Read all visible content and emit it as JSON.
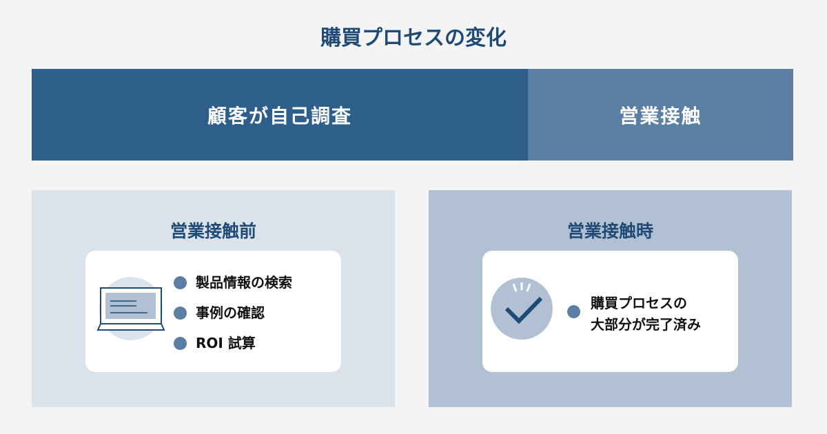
{
  "title": "購買プロセスの変化",
  "bands": [
    "顧客が自己調査",
    "営業接触"
  ],
  "before": {
    "heading": "営業接触前",
    "items": [
      "製品情報の検索",
      "事例の確認",
      "ROI 試算"
    ]
  },
  "during": {
    "heading": "営業接触時",
    "lines": [
      "購買プロセスの",
      "大部分が完了済み"
    ]
  },
  "colors": {
    "dark": "#2e5f8a",
    "light": "#5b7fa3",
    "title": "#1f4a75"
  }
}
